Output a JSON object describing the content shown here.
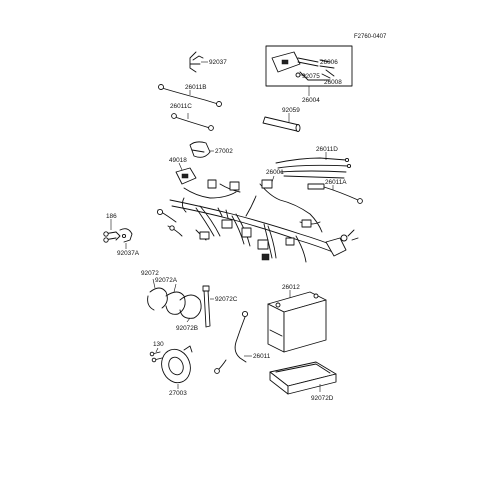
{
  "reference": "F2760-0407",
  "parts": {
    "p92037": "92037",
    "p26006": "26006",
    "p92075": "92075",
    "p26008": "26008",
    "p26004": "26004",
    "p26011B": "26011B",
    "p92059": "92059",
    "p26011C": "26011C",
    "p27002": "27002",
    "p49018": "49018",
    "p26011D": "26011D",
    "p26001": "26001",
    "p26011A": "26011A",
    "p186": "186",
    "p92037A": "92037A",
    "p92072": "92072",
    "p92072A": "92072A",
    "p92072C": "92072C",
    "p26012": "26012",
    "p92072B": "92072B",
    "p130": "130",
    "p26011": "26011",
    "p27003": "27003",
    "p92072D": "92072D"
  }
}
